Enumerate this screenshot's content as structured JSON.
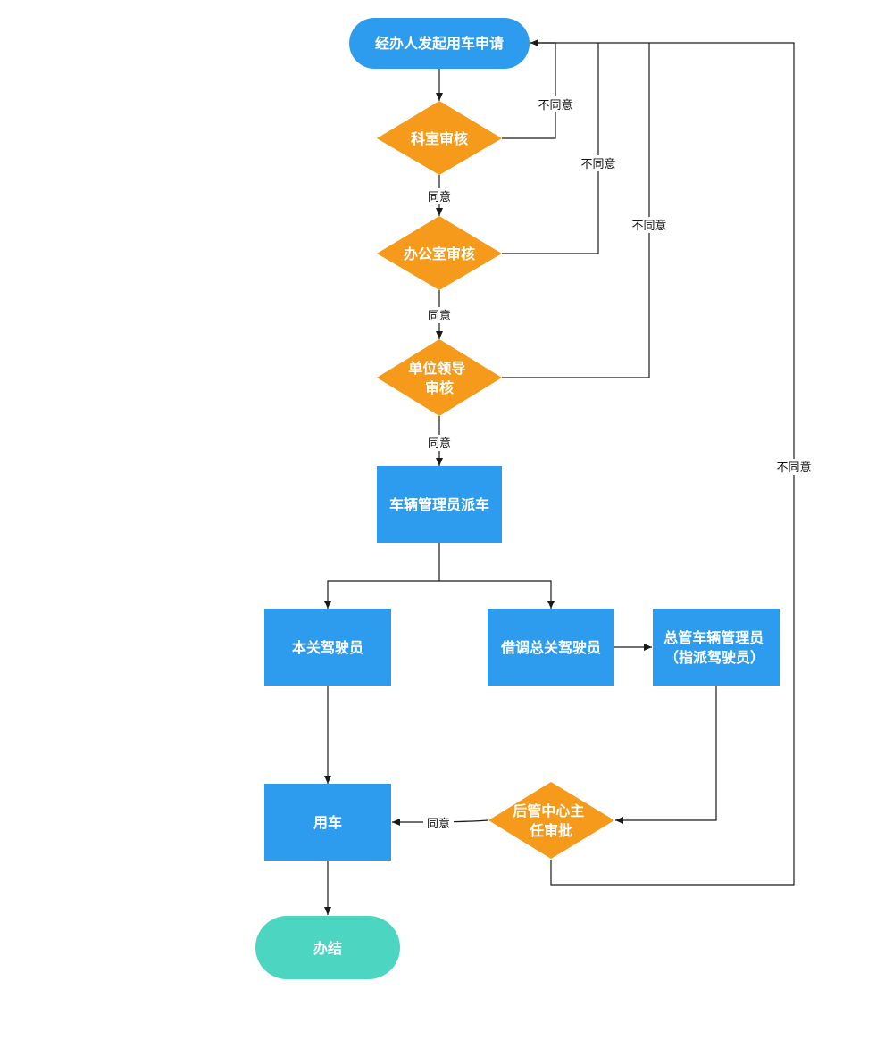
{
  "colors": {
    "process": "#2d9cef",
    "decision": "#f59a1b",
    "terminal_start": "#2d9cef",
    "terminal_end": "#4cd5c0",
    "line": "#1a1a1a",
    "label_text": "#111111"
  },
  "nodes": {
    "start": {
      "lines": [
        "经办人发起用车申请"
      ]
    },
    "dept_review": {
      "lines": [
        "科室审核"
      ]
    },
    "office_review": {
      "lines": [
        "办公室审核"
      ]
    },
    "leader_review": {
      "lines": [
        "单位领导",
        "审核"
      ]
    },
    "dispatch": {
      "lines": [
        "车辆管理员派车"
      ]
    },
    "own_driver": {
      "lines": [
        "本关驾驶员"
      ]
    },
    "borrow_driver": {
      "lines": [
        "借调总关驾驶员"
      ]
    },
    "head_admin": {
      "lines": [
        "总管车辆管理员",
        "（指派驾驶员）"
      ]
    },
    "use_car": {
      "lines": [
        "用车"
      ]
    },
    "logistics_approval": {
      "lines": [
        "后管中心主",
        "任审批"
      ]
    },
    "end": {
      "lines": [
        "办结"
      ]
    }
  },
  "edges": {
    "agree_1": "同意",
    "agree_2": "同意",
    "agree_3": "同意",
    "agree_4": "同意",
    "disagree_1": "不同意",
    "disagree_2": "不同意",
    "disagree_3": "不同意",
    "disagree_4": "不同意"
  }
}
